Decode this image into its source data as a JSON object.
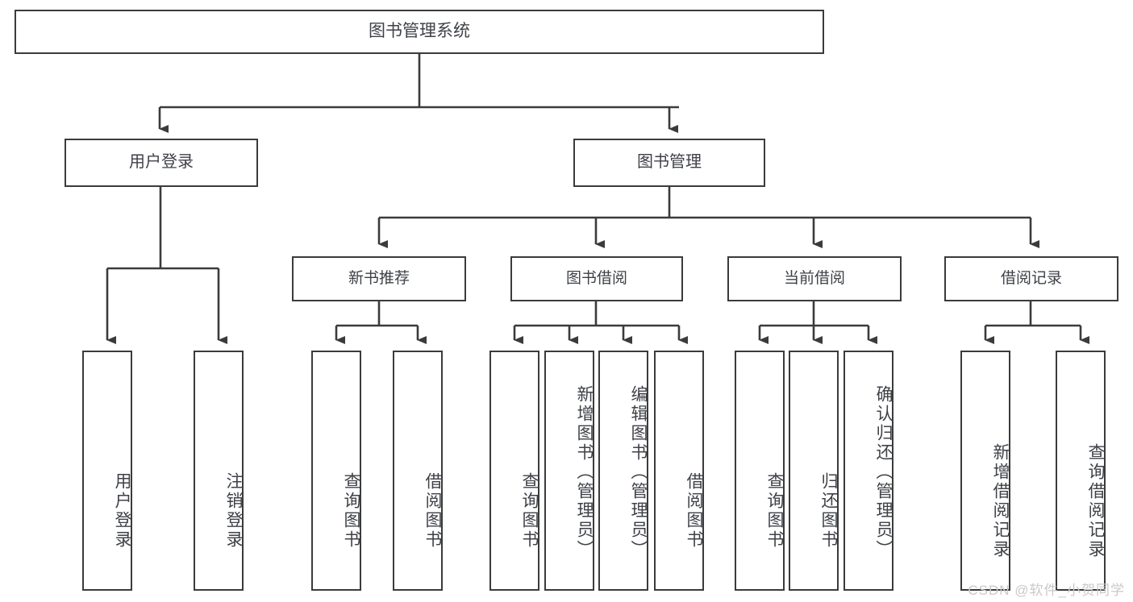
{
  "diagram": {
    "title": "图书管理系统",
    "type": "tree",
    "root": {
      "id": "root",
      "label": "图书管理系统"
    },
    "level1": [
      {
        "id": "login",
        "label": "用户登录"
      },
      {
        "id": "bookmgmt",
        "label": "图书管理"
      }
    ],
    "level2": [
      {
        "id": "newbook",
        "label": "新书推荐",
        "parent": "bookmgmt"
      },
      {
        "id": "borrow",
        "label": "图书借阅",
        "parent": "bookmgmt"
      },
      {
        "id": "current",
        "label": "当前借阅",
        "parent": "bookmgmt"
      },
      {
        "id": "record",
        "label": "借阅记录",
        "parent": "bookmgmt"
      }
    ],
    "leaves": [
      {
        "id": "leaf-user-login",
        "label": "用户登录",
        "parent": "login"
      },
      {
        "id": "leaf-user-logout",
        "label": "注销登录",
        "parent": "login"
      },
      {
        "id": "leaf-nb-query",
        "label": "查询图书",
        "parent": "newbook"
      },
      {
        "id": "leaf-nb-borrow",
        "label": "借阅图书",
        "parent": "newbook"
      },
      {
        "id": "leaf-bw-query",
        "label": "查询图书",
        "parent": "borrow"
      },
      {
        "id": "leaf-bw-add",
        "label": "新增图书（管理员）",
        "parent": "borrow"
      },
      {
        "id": "leaf-bw-edit",
        "label": "编辑图书（管理员）",
        "parent": "borrow"
      },
      {
        "id": "leaf-bw-borrow",
        "label": "借阅图书",
        "parent": "borrow"
      },
      {
        "id": "leaf-cur-query",
        "label": "查询图书",
        "parent": "current"
      },
      {
        "id": "leaf-cur-return",
        "label": "归还图书",
        "parent": "current"
      },
      {
        "id": "leaf-cur-confirm",
        "label": "确认归还（管理员）",
        "parent": "current"
      },
      {
        "id": "leaf-rec-add",
        "label": "新增借阅记录",
        "parent": "record"
      },
      {
        "id": "leaf-rec-query",
        "label": "查询借阅记录",
        "parent": "record"
      }
    ],
    "colors": {
      "border": "#3b3b3b",
      "text": "#3e4147",
      "background": "#ffffff",
      "connector": "#3b3b3b",
      "watermark": "#c9c9c9"
    }
  },
  "watermark": {
    "text": "CSDN @软件_小贺同学"
  }
}
